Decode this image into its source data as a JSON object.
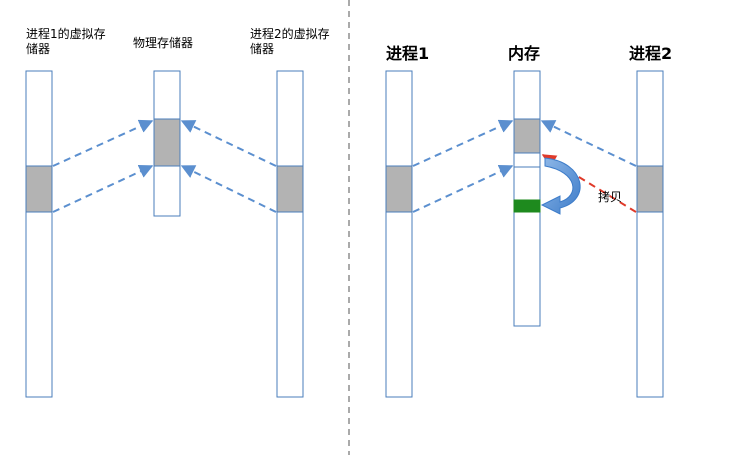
{
  "left_panel": {
    "process1_label": "进程1的虚拟存储器",
    "physical_label": "物理存储器",
    "process2_label": "进程2的虚拟存储器"
  },
  "right_panel": {
    "process1_label": "进程1",
    "memory_label": "内存",
    "process2_label": "进程2",
    "copy_label": "拷贝"
  },
  "colors": {
    "bar_border": "#4a7ebb",
    "shared_page_fill": "#b3b3b3",
    "copied_page_fill": "#1e8a1e",
    "mapping_arrow": "#5b8fcf",
    "copy_arrow": "#e03a2a",
    "separator": "#aaaaaa"
  }
}
